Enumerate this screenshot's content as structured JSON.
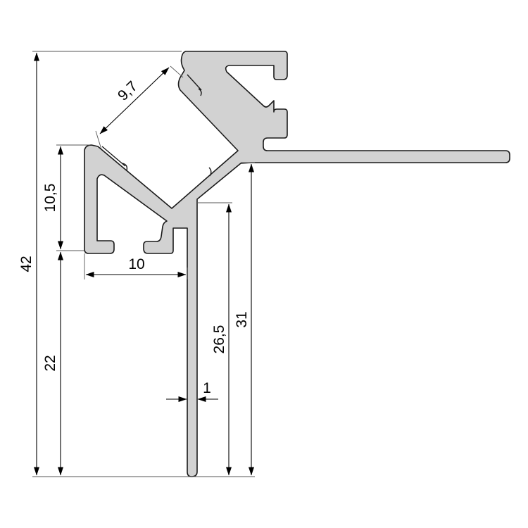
{
  "colors": {
    "profile_fill": "#d2d2d2",
    "profile_stroke": "#1a1a1a",
    "dimension_line": "#000000",
    "extension_line": "#555555",
    "background": "#ffffff"
  },
  "dimensions": {
    "overall_height": "42",
    "lower_height": "22",
    "upper_height": "10,5",
    "bottom_width": "10",
    "diffuser_width": "9,7",
    "fin_height": "26,5",
    "flange_height": "31",
    "wall_thickness": "1"
  }
}
